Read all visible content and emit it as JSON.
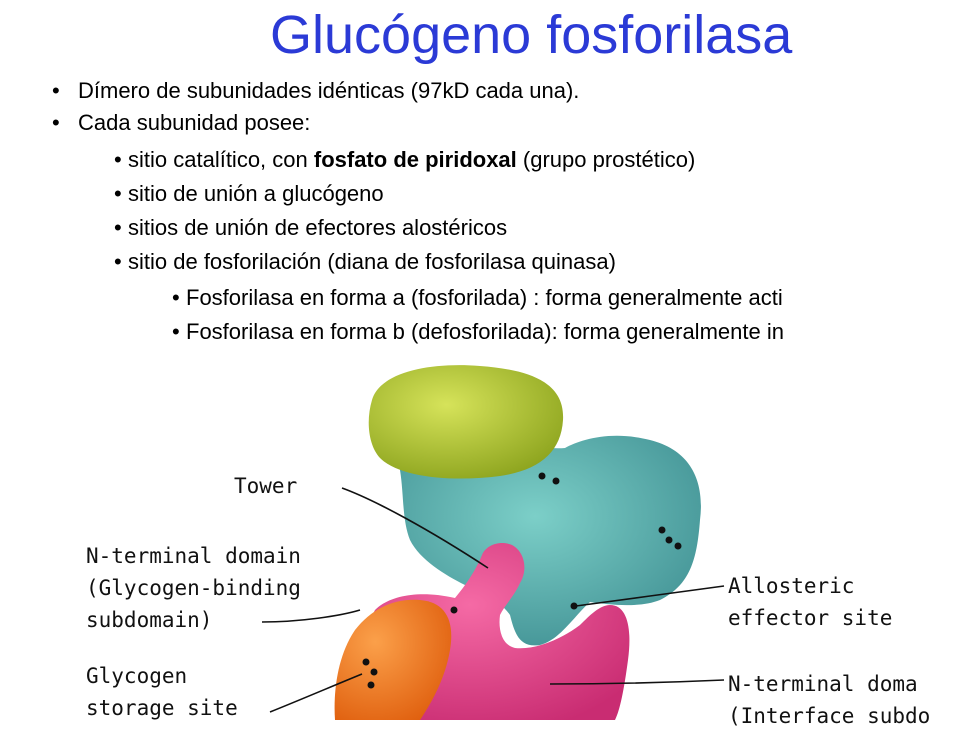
{
  "title": "Glucógeno fosforilasa",
  "bullets": [
    "Dímero de subunidades idénticas (97kD cada una).",
    "Cada subunidad posee:"
  ],
  "sub_bullets": [
    {
      "pre": "sitio catalítico, con ",
      "bold": "fosfato de piridoxal",
      "post": " (grupo prostético)"
    },
    {
      "pre": "sitio de unión a glucógeno",
      "bold": "",
      "post": ""
    },
    {
      "pre": "sitios de unión de efectores alostéricos",
      "bold": "",
      "post": ""
    },
    {
      "pre": "sitio de fosforilación (diana de fosforilasa quinasa)",
      "bold": "",
      "post": ""
    }
  ],
  "sub_sub_bullets": [
    "Fosforilasa en forma a (fosforilada) : forma generalmente acti",
    "Fosforilasa en forma b (defosforilada): forma generalmente in"
  ],
  "bullet_glyph": "•",
  "figure_labels": {
    "tower": "Tower",
    "n_terminal_line1": "N-terminal domain",
    "n_terminal_line2": "(Glycogen-binding",
    "n_terminal_line3": "subdomain)",
    "glycogen_line1": "Glycogen",
    "glycogen_line2": "storage site",
    "allosteric_line1": "Allosteric",
    "allosteric_line2": "effector site",
    "n_terminal_right_line1": "N-terminal doma",
    "n_terminal_right_line2": "(Interface subdo"
  },
  "colors": {
    "title": "#2b3ad6",
    "green_domain": "#b5cc2e",
    "teal_domain": "#5fb0b0",
    "pink_domain": "#ec3f8a",
    "orange_domain": "#f47a1f"
  }
}
